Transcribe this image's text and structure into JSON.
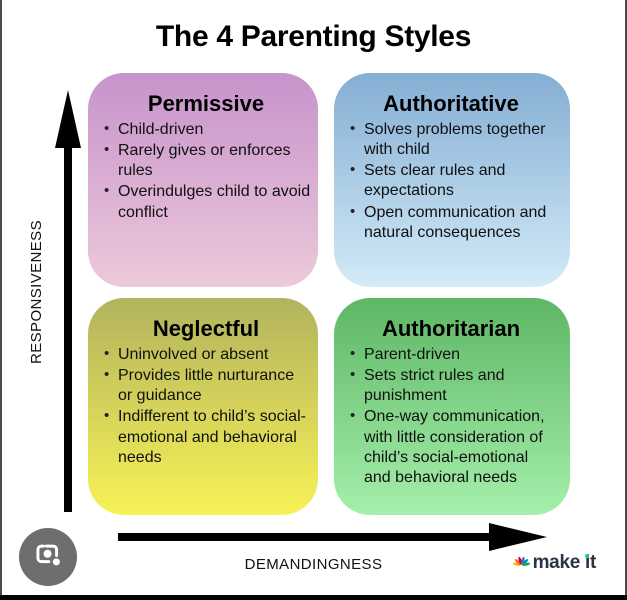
{
  "title": "The 4 Parenting Styles",
  "y_axis_label": "RESPONSIVENESS",
  "x_axis_label": "DEMANDINGNESS",
  "quadrants": {
    "permissive": {
      "title": "Permissive",
      "bullets": [
        "Child-driven",
        "Rarely gives or enforces rules",
        "Overindulges child to avoid conflict"
      ],
      "gradient_top": "#c793cb",
      "gradient_bottom": "#ecc9da"
    },
    "authoritative": {
      "title": "Authoritative",
      "bullets": [
        "Solves problems together with child",
        "Sets clear rules and expectations",
        "Open communication and natural consequences"
      ],
      "gradient_top": "#84aed3",
      "gradient_bottom": "#d3eaf8"
    },
    "neglectful": {
      "title": "Neglectful",
      "bullets": [
        "Uninvolved or absent",
        "Provides little nurturance or guidance",
        "Indifferent to child’s social-emotional and behavioral needs"
      ],
      "gradient_top": "#b2b35e",
      "gradient_bottom": "#f7f256"
    },
    "authoritarian": {
      "title": "Authoritarian",
      "bullets": [
        "Parent-driven",
        "Sets strict rules and punishment",
        "One-way communication, with little consideration of child’s social-emotional and behavioral needs"
      ],
      "gradient_top": "#5eb765",
      "gradient_bottom": "#a5efab"
    }
  },
  "branding": {
    "make": "make",
    "it": "it",
    "accent_color": "#21ce99",
    "peacock_icon": "nbc-peacock-icon"
  },
  "lens_button": {
    "icon": "google-lens-icon",
    "background": "#6e6e6e"
  }
}
